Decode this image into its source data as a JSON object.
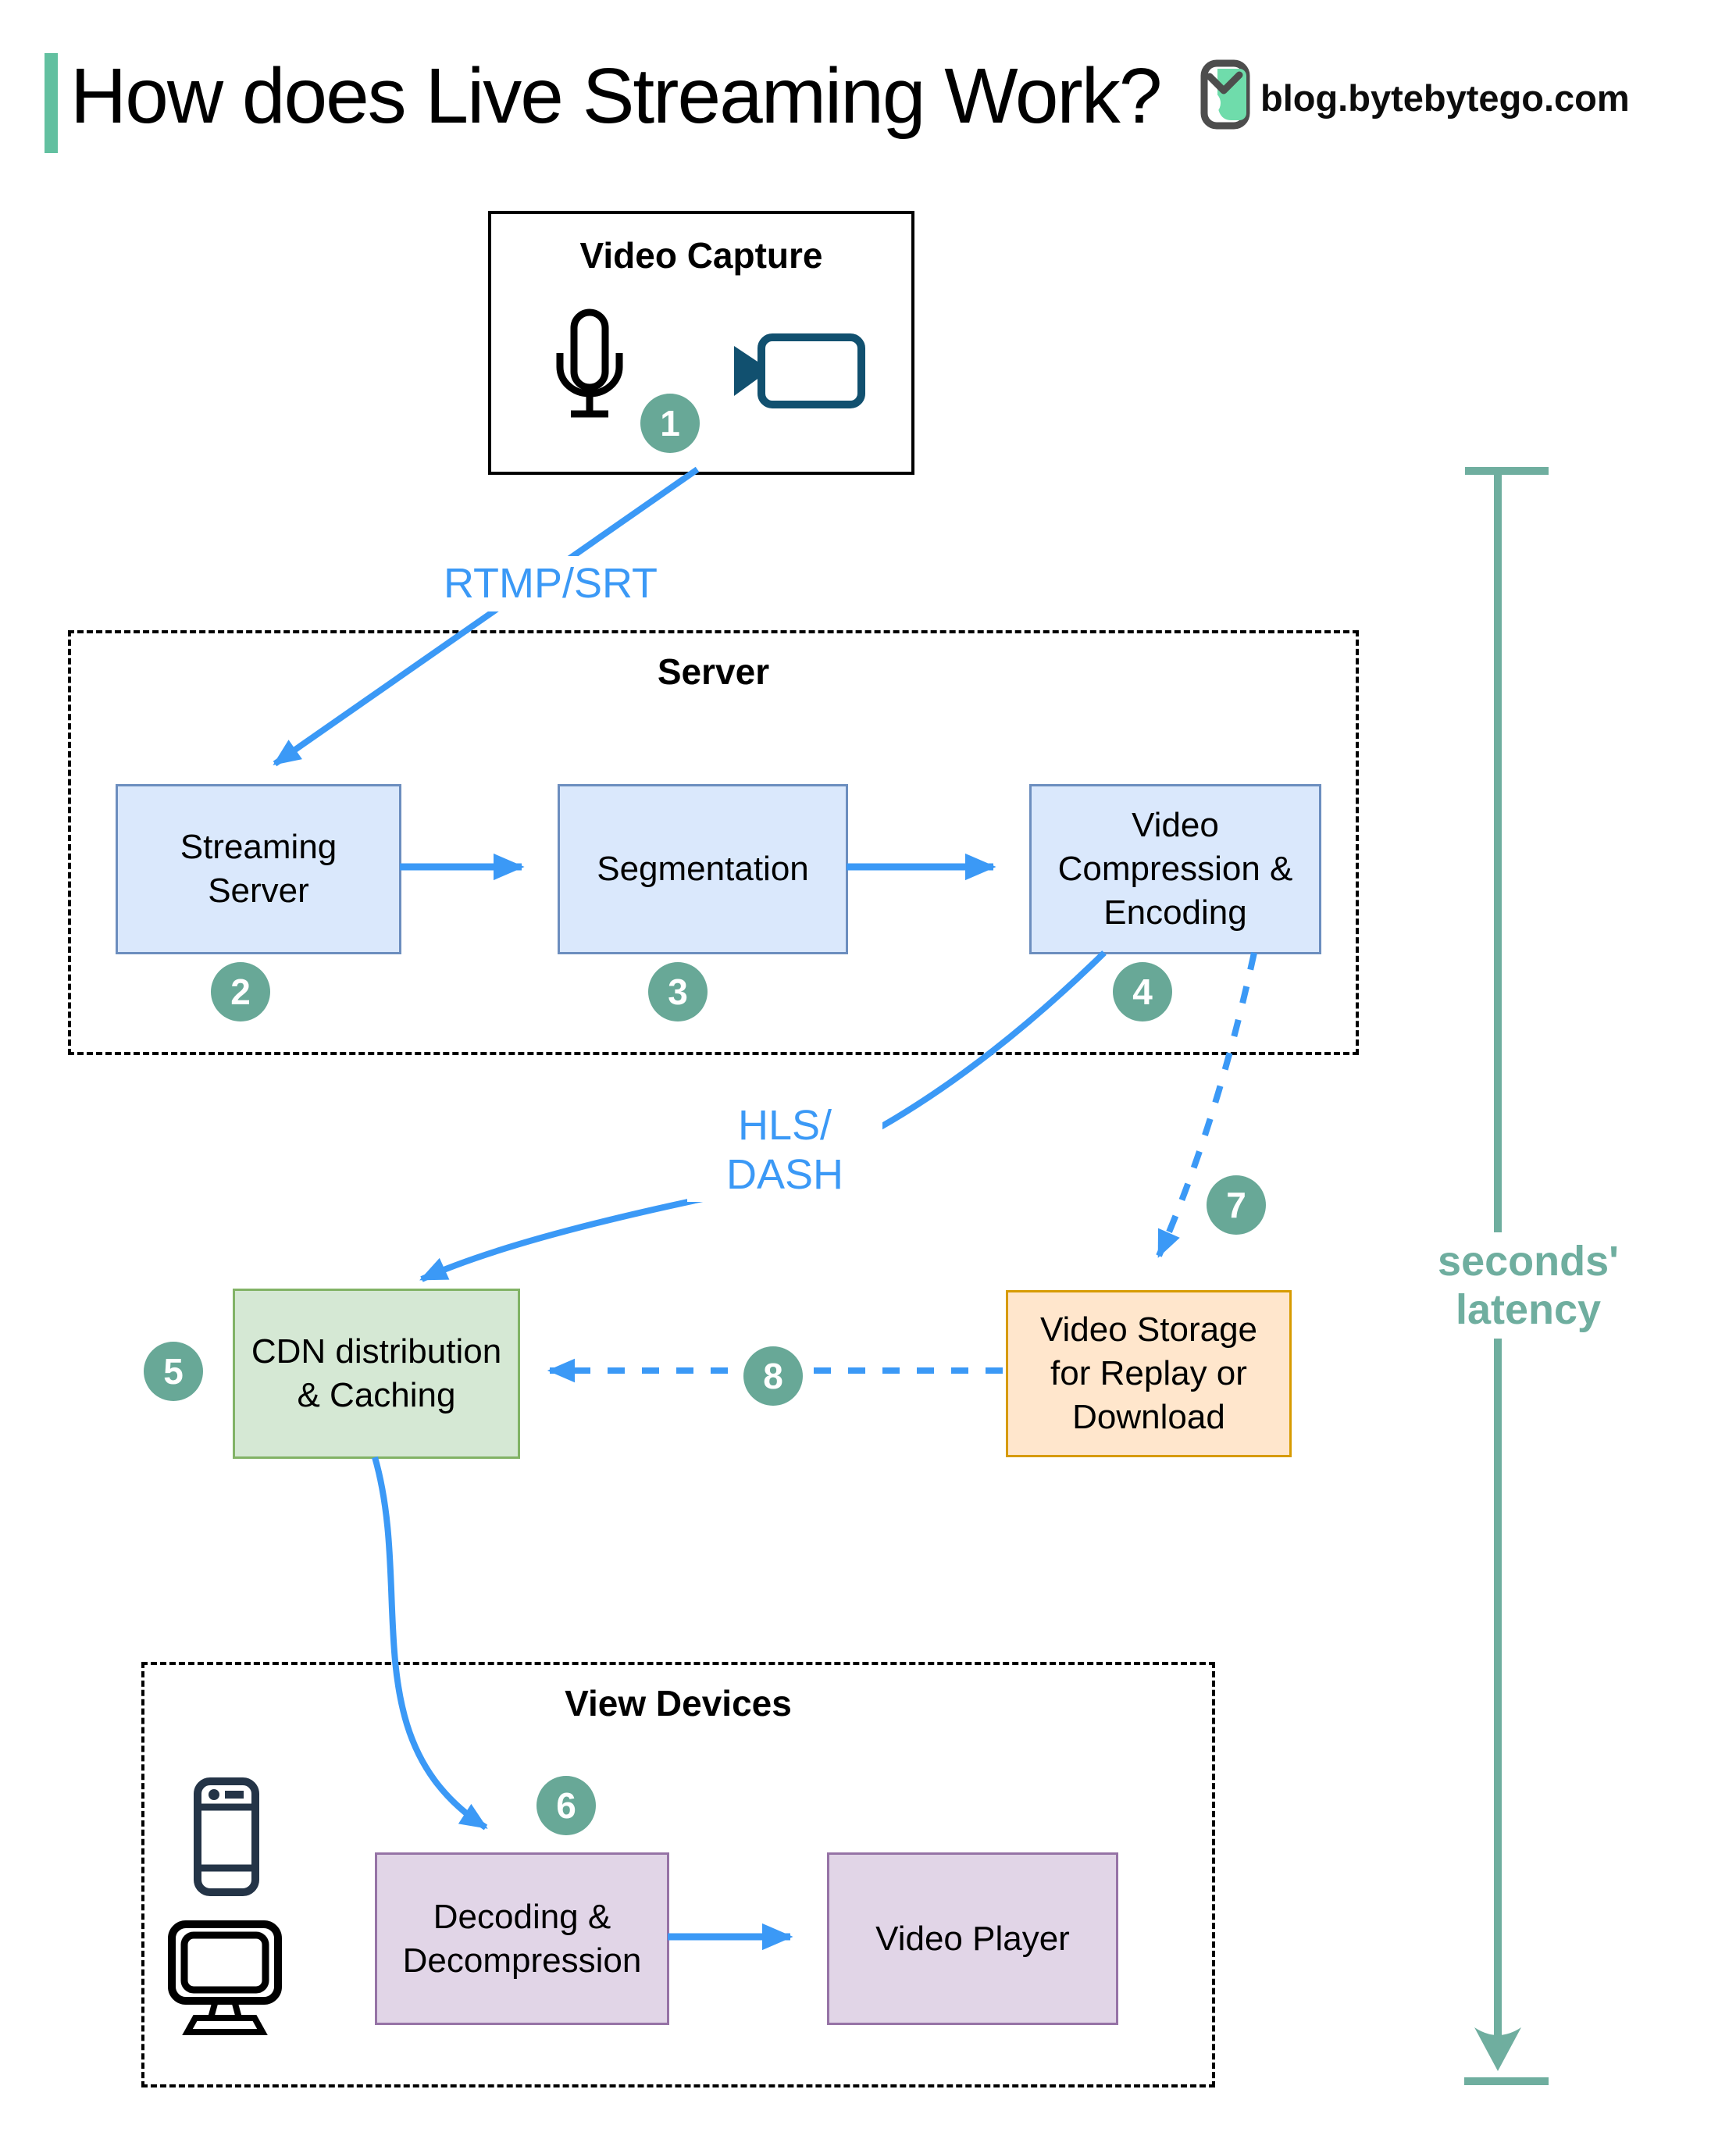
{
  "header": {
    "title": "How does Live Streaming Work?",
    "site": "blog.bytebytego.com"
  },
  "groups": {
    "server": "Server",
    "view_devices": "View Devices"
  },
  "nodes": {
    "video_capture": "Video Capture",
    "streaming_server": "Streaming Server",
    "segmentation": "Segmentation",
    "video_compression": "Video Compression & Encoding",
    "cdn": "CDN distribution & Caching",
    "video_storage": "Video Storage for Replay or Download",
    "decoding": "Decoding & Decompression",
    "video_player": "Video Player"
  },
  "edge_labels": {
    "ingest_protocol": "RTMP/SRT",
    "delivery_protocol_line1": "HLS/",
    "delivery_protocol_line2": "DASH"
  },
  "steps": [
    "1",
    "2",
    "3",
    "4",
    "5",
    "6",
    "7",
    "8"
  ],
  "latency_label": "seconds' latency",
  "icons": {
    "microphone": "microphone-icon",
    "video_camera": "video-camera-icon",
    "smartphone": "smartphone-icon",
    "monitor": "monitor-icon",
    "logo": "bytebytego-logo-icon"
  },
  "colors": {
    "arrow_blue": "#3b99f6",
    "step_teal": "#68a897",
    "latency_teal": "#6fae9f",
    "accent_green": "#62c0a0",
    "box_blue_fill": "#dae8fc",
    "box_blue_border": "#6c8ebf",
    "box_green_fill": "#d5e8d4",
    "box_green_border": "#82b366",
    "box_orange_fill": "#ffe6cc",
    "box_orange_border": "#d79b00",
    "box_purple_fill": "#e1d5e7",
    "box_purple_border": "#9673a6",
    "camera_icon": "#11506f"
  }
}
